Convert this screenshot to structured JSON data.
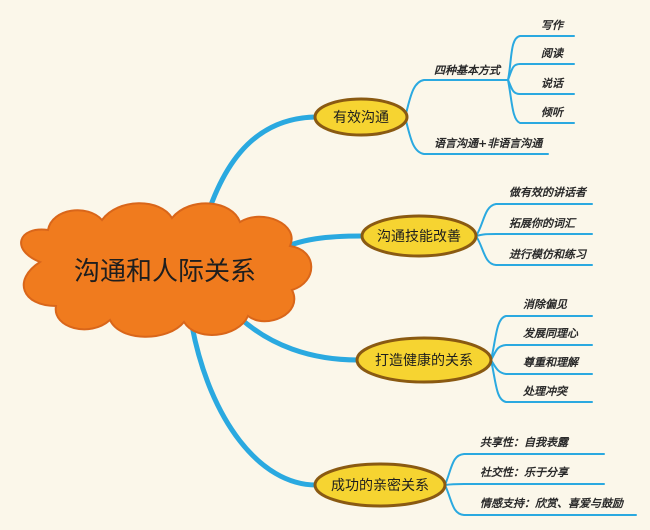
{
  "root": {
    "label": "沟通和人际关系"
  },
  "branches": [
    {
      "label": "有效沟通",
      "children": [
        {
          "label": "四种基本方式",
          "children": [
            "写作",
            "阅读",
            "说话",
            "倾听"
          ]
        },
        {
          "label": "语言沟通+非语言沟通",
          "children": []
        }
      ]
    },
    {
      "label": "沟通技能改善",
      "children": [
        {
          "label": "做有效的讲话者",
          "children": []
        },
        {
          "label": "拓展你的词汇",
          "children": []
        },
        {
          "label": "进行模仿和练习",
          "children": []
        }
      ]
    },
    {
      "label": "打造健康的关系",
      "children": [
        {
          "label": "消除偏见",
          "children": []
        },
        {
          "label": "发展同理心",
          "children": []
        },
        {
          "label": "尊重和理解",
          "children": []
        },
        {
          "label": "处理冲突",
          "children": []
        }
      ]
    },
    {
      "label": "成功的亲密关系",
      "children": [
        {
          "label": "共享性：自我表露",
          "children": []
        },
        {
          "label": "社交性：乐于分享",
          "children": []
        },
        {
          "label": "情感支持：欣赏、喜爱与鼓励",
          "children": []
        }
      ]
    }
  ],
  "colors": {
    "background": "#fbf7ea",
    "root_fill": "#f07b1e",
    "root_stroke": "#d9661a",
    "node_fill": "#f6d431",
    "node_stroke": "#8a5a12",
    "connector": "#2aa9e0",
    "leaf_underline": "#2aa9e0"
  }
}
